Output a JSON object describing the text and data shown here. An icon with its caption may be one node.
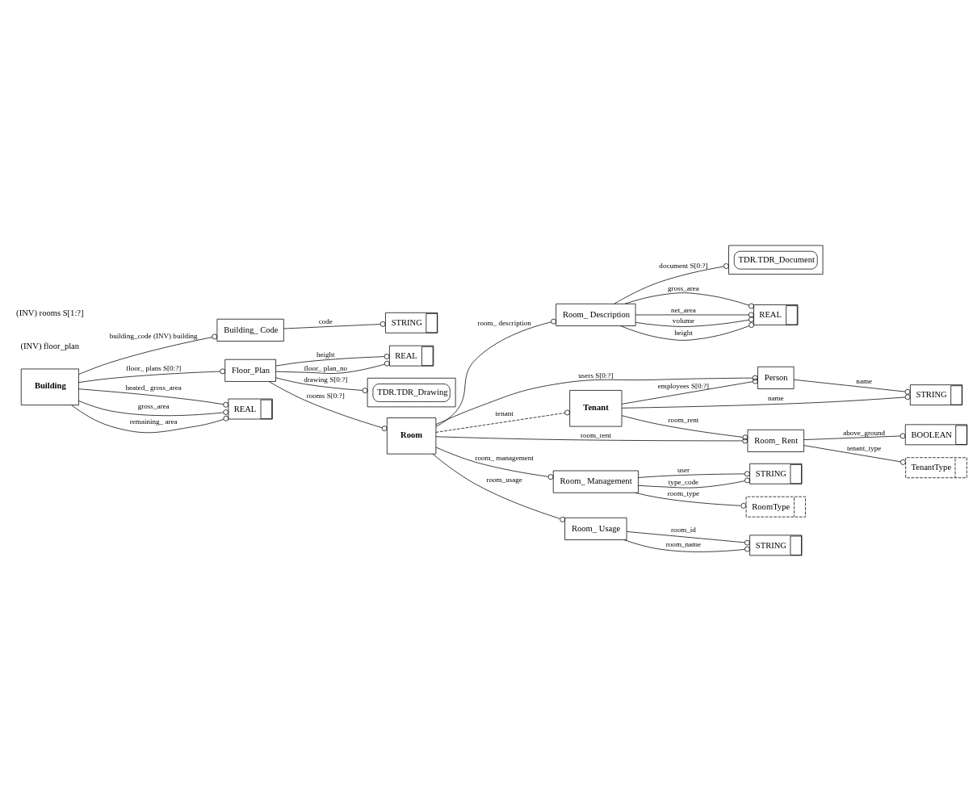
{
  "diagram": {
    "nodes": [
      {
        "text": [
          "STRING"
        ]
      },
      {
        "text": [
          "Building_ Code"
        ]
      },
      {
        "text": [
          "REAL"
        ]
      },
      {
        "text": [
          "Floor_Plan"
        ]
      },
      {
        "text": [
          "TDR.TDR_Drawing"
        ]
      },
      {
        "text": [
          "TDR.TDR_Document"
        ]
      },
      {
        "text": [
          "REAL"
        ]
      },
      {
        "text": [
          "Building"
        ]
      },
      {
        "text": [
          "Room_ Description"
        ]
      },
      {
        "text": [
          "REAL"
        ]
      },
      {
        "text": [
          "Person"
        ]
      },
      {
        "text": [
          "STRING"
        ]
      },
      {
        "text": [
          "Room"
        ]
      },
      {
        "text": [
          "Tenant"
        ]
      },
      {
        "text": [
          "Room_ Management"
        ]
      },
      {
        "text": [
          "STRING"
        ]
      },
      {
        "text": [
          "RoomType"
        ]
      },
      {
        "text": [
          "Room_ Usage"
        ]
      },
      {
        "text": [
          "STRING"
        ]
      },
      {
        "text": [
          "Room_ Rent"
        ]
      },
      {
        "text": [
          "BOOLEAN"
        ]
      },
      {
        "text": [
          "TenantType"
        ]
      }
    ],
    "edges": [
      {
        "from": 1,
        "to": 0,
        "arrow": "other",
        "label": "code"
      },
      {
        "from": 7,
        "to": 1,
        "arrow": "other",
        "label": "building_code (INV) building"
      },
      {
        "from": 3,
        "to": 2,
        "arrow": "other",
        "label": "height"
      },
      {
        "from": 3,
        "to": 2,
        "arrow": "other",
        "label": "floor_ plan_no"
      },
      {
        "from": 3,
        "to": 4,
        "arrow": "other",
        "label": "drawing S[0:?]"
      },
      {
        "from": 8,
        "to": 5,
        "arrow": "other",
        "label": "document S[0:?]"
      },
      {
        "from": 7,
        "to": 3,
        "arrow": "other",
        "label": "floor_ plans S[0:?]"
      },
      {
        "from": 7,
        "to": 6,
        "arrow": "other",
        "label": "heated_ gross_area"
      },
      {
        "from": 7,
        "to": 6,
        "arrow": "other",
        "label": "gross_area"
      },
      {
        "from": 7,
        "to": 6,
        "arrow": "other",
        "label": "remaining_ area"
      },
      {
        "from": 8,
        "to": 9,
        "arrow": "other",
        "label": "gross_area"
      },
      {
        "from": 8,
        "to": 9,
        "arrow": "other",
        "label": "net_area"
      },
      {
        "from": 8,
        "to": 9,
        "arrow": "other",
        "label": "volume"
      },
      {
        "from": 8,
        "to": 9,
        "arrow": "other",
        "label": "height"
      },
      {
        "from": 3,
        "to": 12,
        "arrow": "other",
        "label": "rooms S[0:?]"
      },
      {
        "from": 12,
        "to": 8,
        "arrow": "other",
        "label": "room_ description"
      },
      {
        "from": 12,
        "to": 10,
        "arrow": "other",
        "label": "users S[0:?]"
      },
      {
        "from": 10,
        "to": 11,
        "arrow": "other",
        "label": "name"
      },
      {
        "from": 13,
        "to": 11,
        "arrow": "other",
        "label": "name"
      },
      {
        "from": 13,
        "to": 10,
        "arrow": "other",
        "label": "employees S[0:?]"
      },
      {
        "from": 12,
        "to": 13,
        "arrow": "other",
        "label": "tenant",
        "style": "dashed"
      },
      {
        "from": 12,
        "to": 14,
        "arrow": "other",
        "label": "room_ management"
      },
      {
        "from": 12,
        "to": 17,
        "arrow": "other",
        "label": "room_usage"
      },
      {
        "from": 12,
        "to": 19,
        "arrow": "other",
        "label": "room_rent"
      },
      {
        "from": 13,
        "to": 19,
        "arrow": "other",
        "label": "room_rent"
      },
      {
        "from": 14,
        "to": 15,
        "arrow": "other",
        "label": "user"
      },
      {
        "from": 14,
        "to": 15,
        "arrow": "other",
        "label": "type_code"
      },
      {
        "from": 14,
        "to": 16,
        "arrow": "other",
        "label": "room_type"
      },
      {
        "from": 17,
        "to": 18,
        "arrow": "other",
        "label": "room_id"
      },
      {
        "from": 17,
        "to": 18,
        "arrow": "other",
        "label": "room_name"
      },
      {
        "from": 19,
        "to": 20,
        "arrow": "other",
        "label": "above_ground"
      },
      {
        "from": 19,
        "to": 21,
        "arrow": "other",
        "label": "tenant_type"
      }
    ],
    "labels": [
      "(INV) floor_plan",
      "(INV) rooms S[1:?]"
    ]
  }
}
